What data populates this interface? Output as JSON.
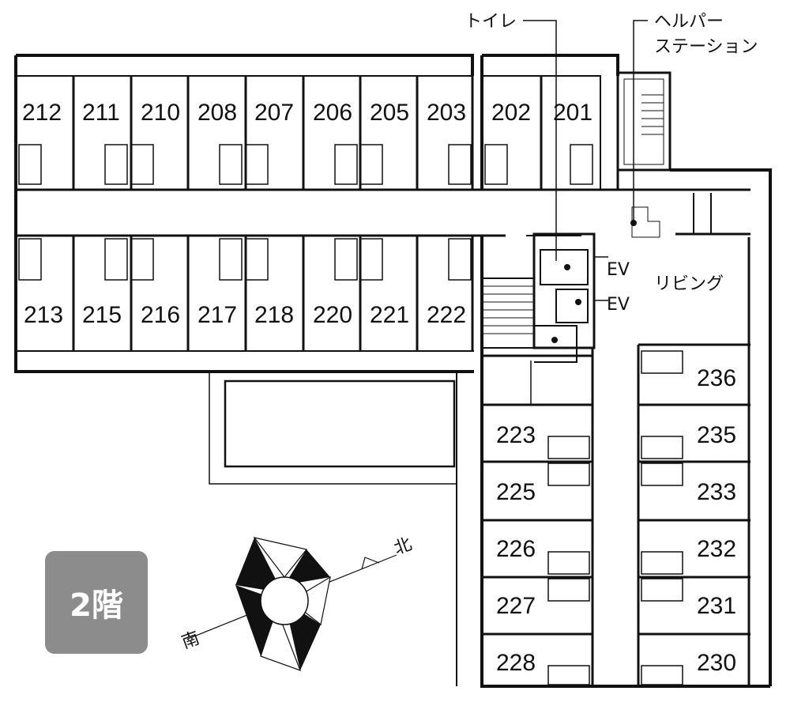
{
  "floor_label": "2階",
  "labels": {
    "toilet": "トイレ",
    "helper_line1": "ヘルパー",
    "helper_line2": "ステーション",
    "ev1": "EV",
    "ev2": "EV",
    "living": "リビング",
    "north": "北",
    "south": "南"
  },
  "rooms": {
    "top_row": [
      "212",
      "211",
      "210",
      "208",
      "207",
      "206",
      "205",
      "203"
    ],
    "top_annex": [
      "202",
      "201"
    ],
    "middle_row": [
      "213",
      "215",
      "216",
      "217",
      "218",
      "220",
      "221",
      "222"
    ],
    "east_left": [
      "223",
      "225",
      "226",
      "227",
      "228"
    ],
    "east_right": [
      "236",
      "235",
      "233",
      "232",
      "231",
      "230"
    ]
  }
}
